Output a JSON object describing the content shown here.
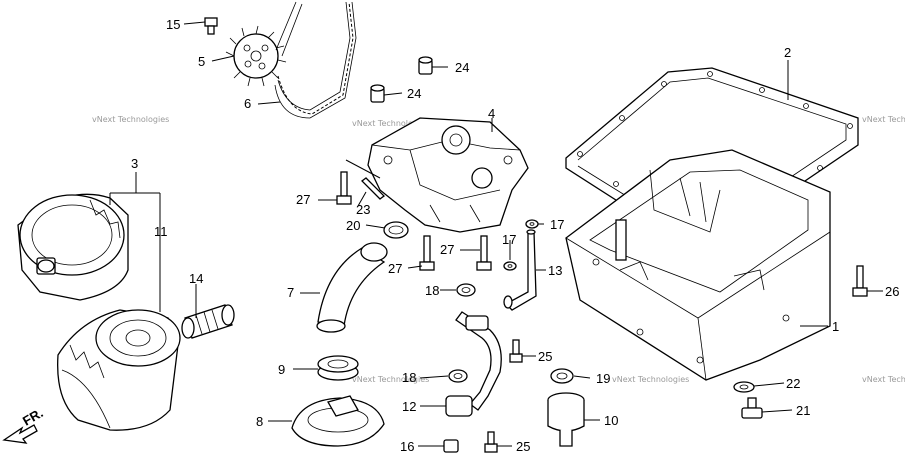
{
  "parts": [
    {
      "id": "1",
      "label": "1"
    },
    {
      "id": "2",
      "label": "2"
    },
    {
      "id": "3",
      "label": "3"
    },
    {
      "id": "4",
      "label": "4"
    },
    {
      "id": "5",
      "label": "5"
    },
    {
      "id": "6",
      "label": "6"
    },
    {
      "id": "7",
      "label": "7"
    },
    {
      "id": "8",
      "label": "8"
    },
    {
      "id": "9",
      "label": "9"
    },
    {
      "id": "10",
      "label": "10"
    },
    {
      "id": "11",
      "label": "11"
    },
    {
      "id": "12",
      "label": "12"
    },
    {
      "id": "13",
      "label": "13"
    },
    {
      "id": "14",
      "label": "14"
    },
    {
      "id": "15",
      "label": "15"
    },
    {
      "id": "16",
      "label": "16"
    },
    {
      "id": "17a",
      "label": "17"
    },
    {
      "id": "17b",
      "label": "17"
    },
    {
      "id": "18a",
      "label": "18"
    },
    {
      "id": "18b",
      "label": "18"
    },
    {
      "id": "19",
      "label": "19"
    },
    {
      "id": "20",
      "label": "20"
    },
    {
      "id": "21",
      "label": "21"
    },
    {
      "id": "22",
      "label": "22"
    },
    {
      "id": "23",
      "label": "23"
    },
    {
      "id": "24a",
      "label": "24"
    },
    {
      "id": "24b",
      "label": "24"
    },
    {
      "id": "25a",
      "label": "25"
    },
    {
      "id": "25b",
      "label": "25"
    },
    {
      "id": "26",
      "label": "26"
    },
    {
      "id": "27a",
      "label": "27"
    },
    {
      "id": "27b",
      "label": "27"
    },
    {
      "id": "27c",
      "label": "27"
    }
  ],
  "front_indicator": {
    "label": "FR."
  },
  "watermark": {
    "text": "vNext Technologies"
  }
}
